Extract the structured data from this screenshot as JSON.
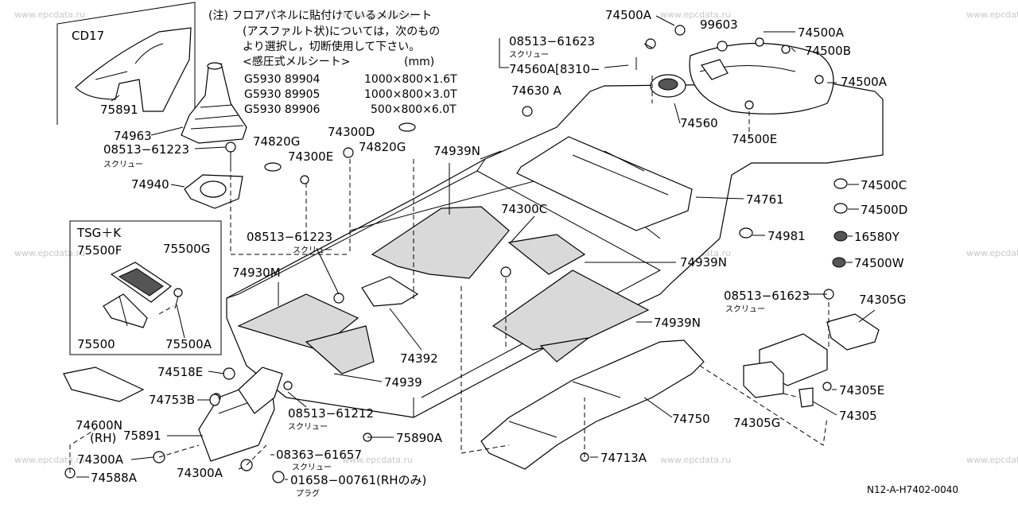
{
  "watermark": "www.epcdata.ru",
  "doc_code": "N12-A-H7402-0040",
  "note": {
    "lines": [
      "(注) フロアパネルに貼付けているメルシート",
      "(アスファルト状)については，次のもの",
      "より選択し，切断使用して下さい。",
      "<感圧式メルシート>"
    ],
    "unit": "(mm)",
    "table": [
      {
        "code": "G5930 89904",
        "size": "1000×800×1.6T"
      },
      {
        "code": "G5930 89905",
        "size": "1000×800×3.0T"
      },
      {
        "code": "G5930 89906",
        "size": "500×800×6.0T"
      }
    ]
  },
  "boxes": {
    "cd17": {
      "title": "CD17",
      "part": "75891"
    },
    "tsgk": {
      "title": "TSG＋K"
    }
  },
  "labels": [
    {
      "id": "75891-a",
      "t": "75891"
    },
    {
      "id": "74963",
      "t": "74963"
    },
    {
      "id": "08513-61223-a",
      "t": "08513−61223"
    },
    {
      "id": "screw-a",
      "t": "スクリュー"
    },
    {
      "id": "74940",
      "t": "74940"
    },
    {
      "id": "74820G-a",
      "t": "74820G"
    },
    {
      "id": "74300D",
      "t": "74300D"
    },
    {
      "id": "74820G-b",
      "t": "74820G"
    },
    {
      "id": "74300E",
      "t": "74300E"
    },
    {
      "id": "74939N-a",
      "t": "74939N"
    },
    {
      "id": "74630A",
      "t": "74630 A"
    },
    {
      "id": "08513-61623-a",
      "t": "08513−61623"
    },
    {
      "id": "screw-b",
      "t": "スクリュー"
    },
    {
      "id": "74560A",
      "t": "74560A[8310−"
    },
    {
      "id": "74500A-a",
      "t": "74500A"
    },
    {
      "id": "99603",
      "t": "99603"
    },
    {
      "id": "74500A-b",
      "t": "74500A"
    },
    {
      "id": "74500B",
      "t": "74500B"
    },
    {
      "id": "74500A-c",
      "t": "74500A"
    },
    {
      "id": "74560",
      "t": "74560"
    },
    {
      "id": "74500E",
      "t": "74500E"
    },
    {
      "id": "74761",
      "t": "74761"
    },
    {
      "id": "74500C",
      "t": "74500C"
    },
    {
      "id": "74500D",
      "t": "74500D"
    },
    {
      "id": "74981",
      "t": "74981"
    },
    {
      "id": "16580Y",
      "t": "16580Y"
    },
    {
      "id": "74500W",
      "t": "74500W"
    },
    {
      "id": "74300C",
      "t": "74300C"
    },
    {
      "id": "08513-61223-b",
      "t": "08513−61223"
    },
    {
      "id": "screw-c",
      "t": "スクリュー"
    },
    {
      "id": "74939N-b",
      "t": "74939N"
    },
    {
      "id": "74930M",
      "t": "74930M"
    },
    {
      "id": "75500F",
      "t": "75500F"
    },
    {
      "id": "75500G",
      "t": "75500G"
    },
    {
      "id": "75500",
      "t": "75500"
    },
    {
      "id": "75500A",
      "t": "75500A"
    },
    {
      "id": "74392",
      "t": "74392"
    },
    {
      "id": "74939N-c",
      "t": "74939N"
    },
    {
      "id": "08513-61623-b",
      "t": "08513−61623"
    },
    {
      "id": "screw-d",
      "t": "スクリュー"
    },
    {
      "id": "74305G-a",
      "t": "74305G"
    },
    {
      "id": "74518E",
      "t": "74518E"
    },
    {
      "id": "74939",
      "t": "74939"
    },
    {
      "id": "74753B",
      "t": "74753B"
    },
    {
      "id": "08513-61212",
      "t": "08513−61212"
    },
    {
      "id": "screw-e",
      "t": "スクリュー"
    },
    {
      "id": "74600N",
      "t": "74600N"
    },
    {
      "id": "rh",
      "t": "(RH)"
    },
    {
      "id": "75891-b",
      "t": "75891"
    },
    {
      "id": "75890A",
      "t": "75890A"
    },
    {
      "id": "74750",
      "t": "74750"
    },
    {
      "id": "74305E",
      "t": "74305E"
    },
    {
      "id": "74305",
      "t": "74305"
    },
    {
      "id": "74305G-b",
      "t": "74305G"
    },
    {
      "id": "74300A-a",
      "t": "74300A"
    },
    {
      "id": "08363-61657",
      "t": "08363−61657"
    },
    {
      "id": "screw-f",
      "t": "スクリュー"
    },
    {
      "id": "74713A",
      "t": "74713A"
    },
    {
      "id": "74588A",
      "t": "74588A"
    },
    {
      "id": "74300A-b",
      "t": "74300A"
    },
    {
      "id": "01658-00761",
      "t": "01658−00761(RHのみ)"
    },
    {
      "id": "plug",
      "t": "プラグ"
    }
  ]
}
